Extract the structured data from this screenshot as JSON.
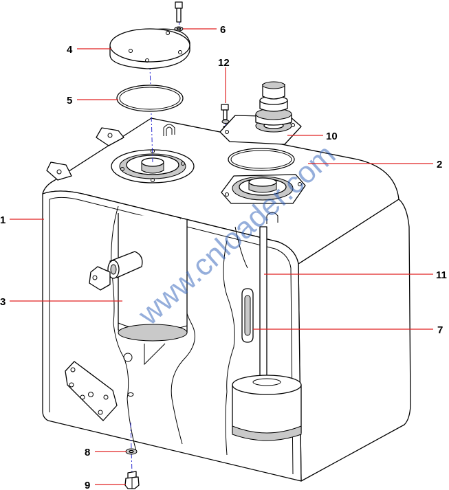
{
  "callouts": [
    {
      "label": "1"
    },
    {
      "label": "2"
    },
    {
      "label": "3"
    },
    {
      "label": "4"
    },
    {
      "label": "5"
    },
    {
      "label": "6"
    },
    {
      "label": "7"
    },
    {
      "label": "8"
    },
    {
      "label": "9"
    },
    {
      "label": "10"
    },
    {
      "label": "11"
    },
    {
      "label": "12"
    }
  ],
  "watermark": "www.cnloader.com",
  "colors": {
    "leader": "#e02020",
    "axis": "#2a2ad0",
    "watermark": "#2d5fb8"
  }
}
